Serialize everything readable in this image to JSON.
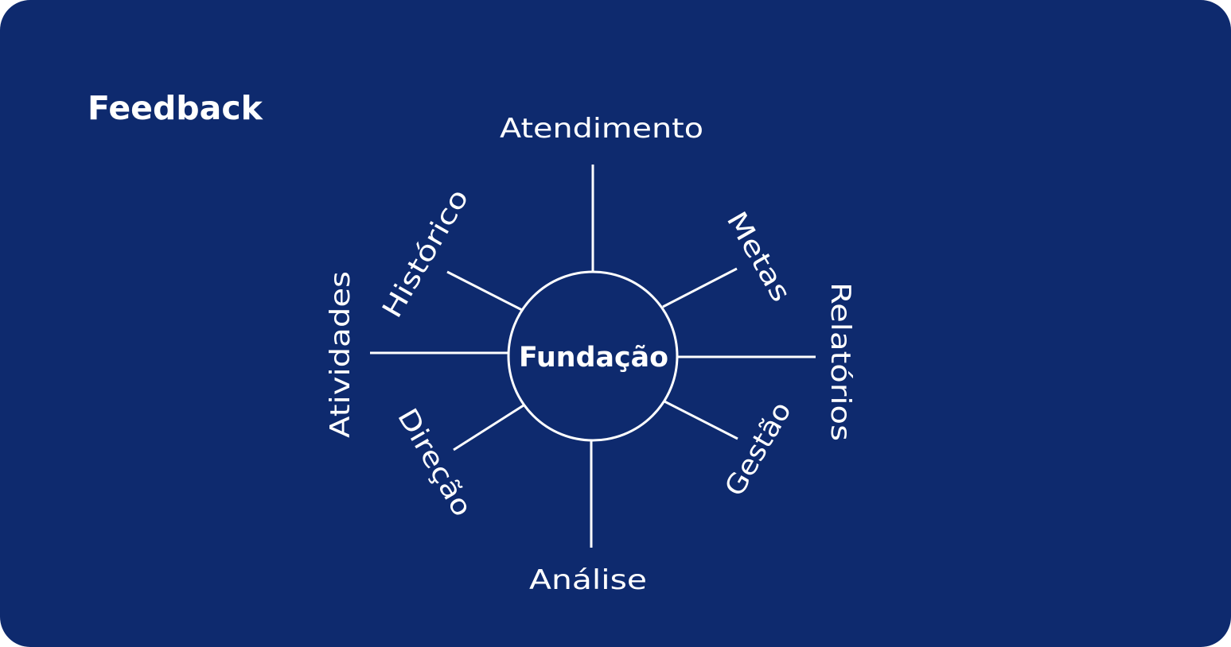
{
  "card": {
    "title": "Feedback",
    "background_color": "#0e2a6e",
    "foreground_color": "#ffffff"
  },
  "diagram": {
    "center_label": "Fundação",
    "spokes": [
      {
        "id": "atendimento",
        "label": "Atendimento"
      },
      {
        "id": "metas",
        "label": "Metas"
      },
      {
        "id": "relatorios",
        "label": "Relatórios"
      },
      {
        "id": "gestao",
        "label": "Gestão"
      },
      {
        "id": "analise",
        "label": "Análise"
      },
      {
        "id": "direcao",
        "label": "Direção"
      },
      {
        "id": "atividades",
        "label": "Atividades"
      },
      {
        "id": "historico",
        "label": "Histórico"
      }
    ]
  }
}
